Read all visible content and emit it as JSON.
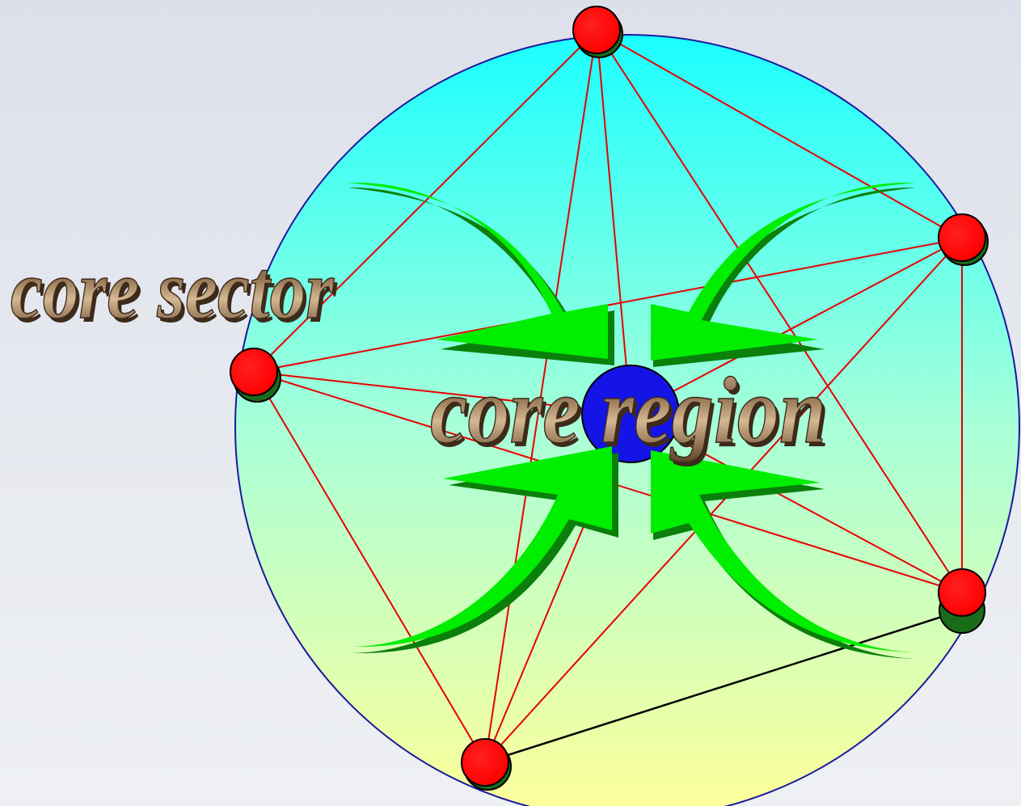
{
  "diagram": {
    "labels": {
      "core_sector": "core sector",
      "core_region": "core region"
    },
    "nodes": [
      {
        "id": "top",
        "role": "peripheral-node"
      },
      {
        "id": "right-upper",
        "role": "peripheral-node"
      },
      {
        "id": "left",
        "role": "peripheral-node"
      },
      {
        "id": "right-lower",
        "role": "peripheral-node"
      },
      {
        "id": "bottom",
        "role": "peripheral-node"
      },
      {
        "id": "center",
        "role": "core-node"
      }
    ],
    "colors": {
      "circle_top": "#1affff",
      "circle_bottom": "#ffff99",
      "circle_border": "#1a1aa0",
      "link_red": "#e60000",
      "link_black": "#000000",
      "node_red": "#ff0000",
      "node_shadow": "#1a6b1a",
      "core_node": "#1414e6",
      "arrow_green": "#00ee00",
      "arrow_dark": "#0a800a",
      "text_gold": "#b0926a",
      "text_dark": "#3d2a1a"
    }
  }
}
